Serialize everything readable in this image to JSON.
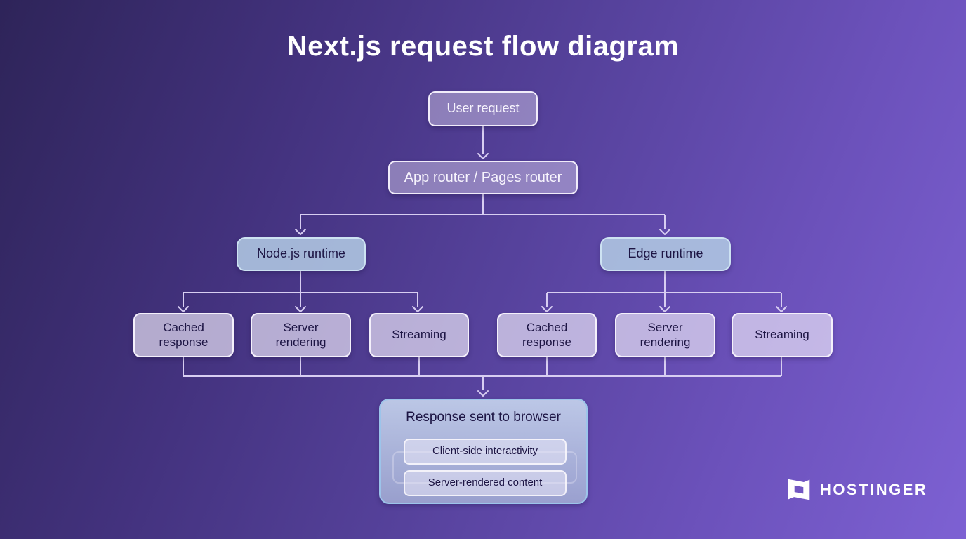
{
  "title": "Next.js request flow diagram",
  "flow": {
    "user_request": "User request",
    "router": "App router / Pages router",
    "runtimes": [
      {
        "label": "Node.js runtime",
        "children": [
          "Cached response",
          "Server rendering",
          "Streaming"
        ]
      },
      {
        "label": "Edge runtime",
        "children": [
          "Cached response",
          "Server rendering",
          "Streaming"
        ]
      }
    ],
    "response": {
      "title": "Response sent to browser",
      "items": [
        "Client-side interactivity",
        "Server-rendered content"
      ]
    }
  },
  "branding": {
    "name": "HOSTINGER",
    "icon": "hostinger-h-icon"
  },
  "colors": {
    "background_dark": "#2e2459",
    "background_light": "#7d61d3",
    "connector": "#d8cef2",
    "purple_node_fill": "rgba(237,231,250,0.40)",
    "purple_node_border": "#f1ecfa",
    "runtime_fill": "rgba(176,200,226,0.88)",
    "runtime_border": "#cde2f2",
    "leaf_fill": "rgba(240,236,250,0.66)",
    "leaf_border": "#f4f0fb",
    "response_fill": "#aab6da",
    "response_border": "#9cc4ea",
    "text_light": "#f7f4fd",
    "text_dark": "#1d1544"
  }
}
